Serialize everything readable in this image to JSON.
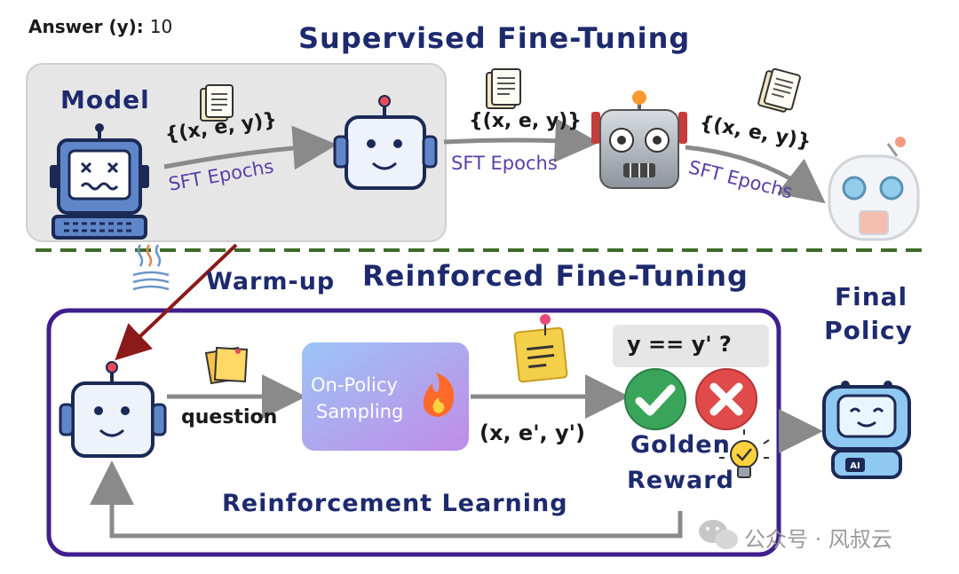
{
  "answer_label": "Answer (y):",
  "answer_value": "10",
  "sft_title": "Supervised Fine-Tuning",
  "model_label": "Model",
  "dataset_label": "{(x, e, y)}",
  "sft_epochs_label": "SFT Epochs",
  "warmup_label": "Warm-up",
  "rft_title": "Reinforced Fine-Tuning",
  "final_policy_label_line1": "Final",
  "final_policy_label_line2": "Policy",
  "question_label": "question",
  "sampling_label_line1": "On-Policy",
  "sampling_label_line2": "Sampling",
  "rollout_label": "(x, e', y')",
  "check_label": "y == y' ?",
  "golden_reward_line1": "Golden",
  "golden_reward_line2": "Reward",
  "rl_label": "Reinforcement Learning",
  "watermark": "公众号 · 风叔云",
  "colors": {
    "title": "#1e2a6e",
    "purple_text": "#5a3fa6",
    "dashed_divider": "#3d6b2a",
    "rl_box_border": "#3f1f8f",
    "warmup_arrow": "#8b1a1a",
    "arrow_gray": "#8a8a8a",
    "correct": "#3aa55a",
    "wrong": "#e04a4a",
    "sampling_gradient_start": "#8fb8f2",
    "sampling_gradient_end": "#b98ae8"
  }
}
